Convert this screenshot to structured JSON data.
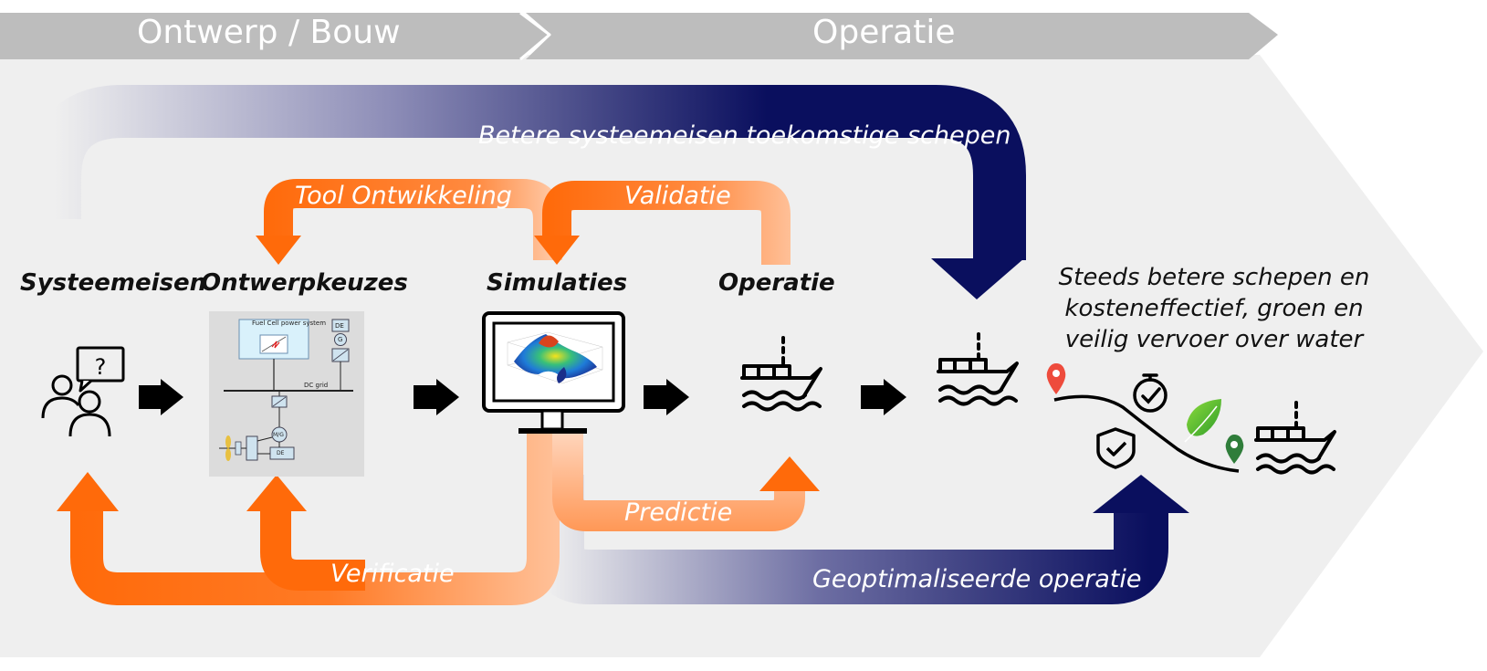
{
  "phases": {
    "design": "Ontwerp / Bouw",
    "operation": "Operatie"
  },
  "stages": {
    "requirements": "Systeemeisen",
    "design_choices": "Ontwerpkeuzes",
    "simulations": "Simulaties",
    "operation": "Operatie"
  },
  "loops": {
    "better_requirements": "Betere systeemeisen toekomstige schepen",
    "tool_development": "Tool Ontwikkeling",
    "validation": "Validatie",
    "prediction": "Predictie",
    "verification": "Verificatie",
    "optimized_operation": "Geoptimaliseerde operatie"
  },
  "outcome": {
    "line1": "Steeds betere schepen en",
    "line2": "kosteneffectief, groen en",
    "line3": "veilig vervoer over water"
  },
  "schematic": {
    "title": "Fuel Cell power system",
    "bus": "DC grid",
    "de": "DE",
    "g": "G",
    "mg": "M/G"
  },
  "colors": {
    "orange": "#ff6a0a",
    "navy": "#0a0f5e",
    "phase_gray": "#bdbdbd",
    "background": "#efefef"
  }
}
